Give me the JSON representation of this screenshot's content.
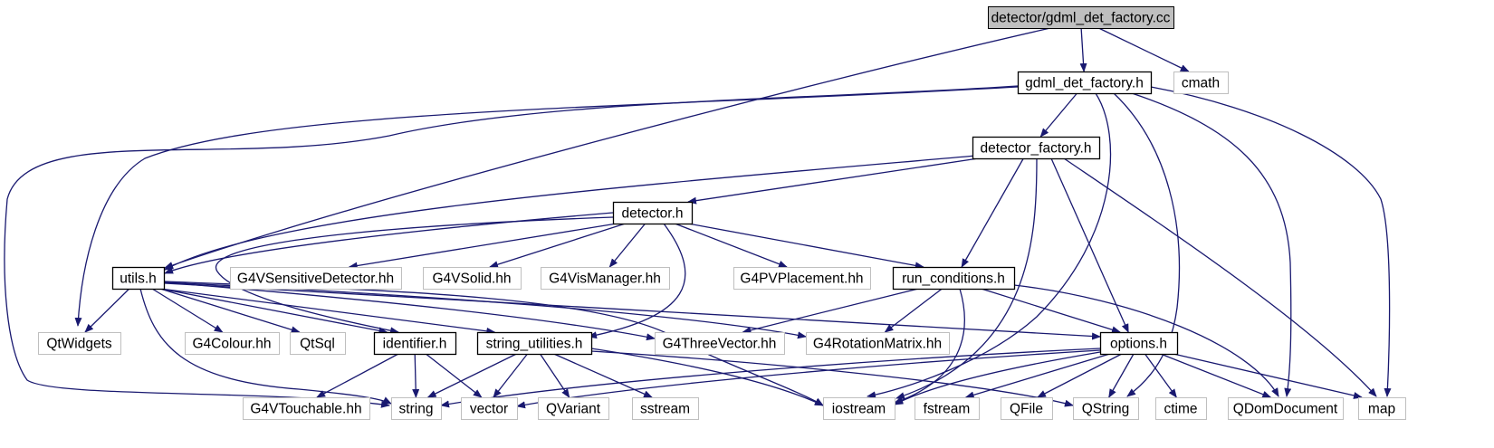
{
  "diagram": {
    "colors": {
      "edge": "#191970",
      "root_fill": "#bfbfbf",
      "internal_border": "#000000",
      "external_border": "#bfbfbf",
      "background": "#ffffff"
    },
    "nodes": [
      {
        "id": "root",
        "label": "detector/gdml_det_factory.cc",
        "kind": "root"
      },
      {
        "id": "gdml_h",
        "label": "gdml_det_factory.h",
        "kind": "internal"
      },
      {
        "id": "cmath",
        "label": "cmath",
        "kind": "external"
      },
      {
        "id": "detfac_h",
        "label": "detector_factory.h",
        "kind": "internal"
      },
      {
        "id": "detector_h",
        "label": "detector.h",
        "kind": "internal"
      },
      {
        "id": "utils_h",
        "label": "utils.h",
        "kind": "internal"
      },
      {
        "id": "g4sd",
        "label": "G4VSensitiveDetector.hh",
        "kind": "external"
      },
      {
        "id": "g4solid",
        "label": "G4VSolid.hh",
        "kind": "external"
      },
      {
        "id": "g4vis",
        "label": "G4VisManager.hh",
        "kind": "external"
      },
      {
        "id": "g4pv",
        "label": "G4PVPlacement.hh",
        "kind": "external"
      },
      {
        "id": "runcond_h",
        "label": "run_conditions.h",
        "kind": "internal"
      },
      {
        "id": "qtwidgets",
        "label": "QtWidgets",
        "kind": "external"
      },
      {
        "id": "g4colour",
        "label": "G4Colour.hh",
        "kind": "external"
      },
      {
        "id": "qtsql",
        "label": "QtSql",
        "kind": "external"
      },
      {
        "id": "identifier_h",
        "label": "identifier.h",
        "kind": "internal"
      },
      {
        "id": "strutil_h",
        "label": "string_utilities.h",
        "kind": "internal"
      },
      {
        "id": "g4three",
        "label": "G4ThreeVector.hh",
        "kind": "external"
      },
      {
        "id": "g4rot",
        "label": "G4RotationMatrix.hh",
        "kind": "external"
      },
      {
        "id": "options_h",
        "label": "options.h",
        "kind": "internal"
      },
      {
        "id": "g4touch",
        "label": "G4VTouchable.hh",
        "kind": "external"
      },
      {
        "id": "string",
        "label": "string",
        "kind": "external"
      },
      {
        "id": "vector",
        "label": "vector",
        "kind": "external"
      },
      {
        "id": "qvariant",
        "label": "QVariant",
        "kind": "external"
      },
      {
        "id": "sstream",
        "label": "sstream",
        "kind": "external"
      },
      {
        "id": "iostream",
        "label": "iostream",
        "kind": "external"
      },
      {
        "id": "fstream",
        "label": "fstream",
        "kind": "external"
      },
      {
        "id": "qfile",
        "label": "QFile",
        "kind": "external"
      },
      {
        "id": "qstring",
        "label": "QString",
        "kind": "external"
      },
      {
        "id": "ctime",
        "label": "ctime",
        "kind": "external"
      },
      {
        "id": "qdom",
        "label": "QDomDocument",
        "kind": "external"
      },
      {
        "id": "map",
        "label": "map",
        "kind": "external"
      }
    ],
    "edges": [
      [
        "root",
        "gdml_h"
      ],
      [
        "root",
        "cmath"
      ],
      [
        "root",
        "utils_h"
      ],
      [
        "gdml_h",
        "detfac_h"
      ],
      [
        "gdml_h",
        "qtwidgets"
      ],
      [
        "gdml_h",
        "string"
      ],
      [
        "gdml_h",
        "iostream"
      ],
      [
        "gdml_h",
        "qstring"
      ],
      [
        "gdml_h",
        "qdom"
      ],
      [
        "gdml_h",
        "map"
      ],
      [
        "detfac_h",
        "detector_h"
      ],
      [
        "detfac_h",
        "utils_h"
      ],
      [
        "detfac_h",
        "runcond_h"
      ],
      [
        "detfac_h",
        "iostream"
      ],
      [
        "detfac_h",
        "options_h"
      ],
      [
        "detfac_h",
        "map"
      ],
      [
        "detector_h",
        "utils_h"
      ],
      [
        "detector_h",
        "g4sd"
      ],
      [
        "detector_h",
        "g4solid"
      ],
      [
        "detector_h",
        "g4vis"
      ],
      [
        "detector_h",
        "g4pv"
      ],
      [
        "detector_h",
        "runcond_h"
      ],
      [
        "detector_h",
        "strutil_h"
      ],
      [
        "detector_h",
        "identifier_h"
      ],
      [
        "utils_h",
        "qtwidgets"
      ],
      [
        "utils_h",
        "g4colour"
      ],
      [
        "utils_h",
        "qtsql"
      ],
      [
        "utils_h",
        "identifier_h"
      ],
      [
        "utils_h",
        "strutil_h"
      ],
      [
        "utils_h",
        "g4three"
      ],
      [
        "utils_h",
        "g4rot"
      ],
      [
        "utils_h",
        "options_h"
      ],
      [
        "utils_h",
        "string"
      ],
      [
        "utils_h",
        "iostream"
      ],
      [
        "runcond_h",
        "g4three"
      ],
      [
        "runcond_h",
        "g4rot"
      ],
      [
        "runcond_h",
        "options_h"
      ],
      [
        "runcond_h",
        "iostream"
      ],
      [
        "runcond_h",
        "qdom"
      ],
      [
        "identifier_h",
        "g4touch"
      ],
      [
        "identifier_h",
        "string"
      ],
      [
        "identifier_h",
        "vector"
      ],
      [
        "strutil_h",
        "string"
      ],
      [
        "strutil_h",
        "vector"
      ],
      [
        "strutil_h",
        "qvariant"
      ],
      [
        "strutil_h",
        "sstream"
      ],
      [
        "strutil_h",
        "iostream"
      ],
      [
        "strutil_h",
        "qstring"
      ],
      [
        "options_h",
        "string"
      ],
      [
        "options_h",
        "vector"
      ],
      [
        "options_h",
        "iostream"
      ],
      [
        "options_h",
        "fstream"
      ],
      [
        "options_h",
        "qfile"
      ],
      [
        "options_h",
        "qstring"
      ],
      [
        "options_h",
        "ctime"
      ],
      [
        "options_h",
        "qdom"
      ],
      [
        "options_h",
        "map"
      ]
    ]
  }
}
